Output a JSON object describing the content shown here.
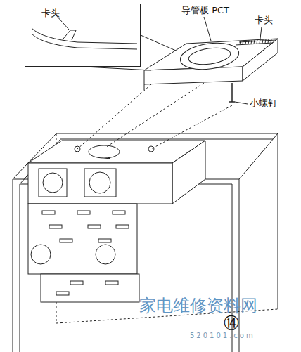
{
  "diagram": {
    "nodes": [
      {
        "text": [
          "卡头"
        ]
      }
    ],
    "labels": [
      "导管板 PCT",
      "卡头",
      "小螺钉",
      "⑭",
      "家电维修资料网",
      "520101.com"
    ]
  }
}
